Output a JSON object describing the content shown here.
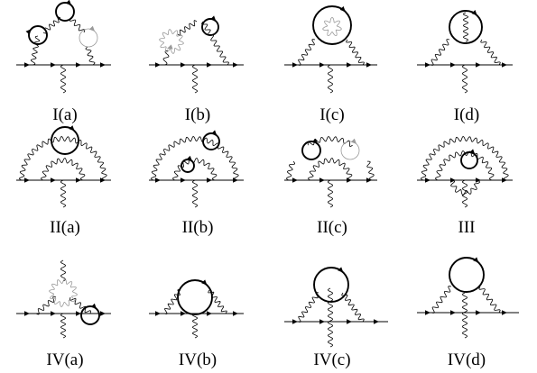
{
  "figure": {
    "panels": [
      {
        "label": "I(a)",
        "description_key": "Ia"
      },
      {
        "label": "I(b)",
        "description_key": "Ib"
      },
      {
        "label": "I(c)",
        "description_key": "Ic"
      },
      {
        "label": "I(d)",
        "description_key": "Id"
      },
      {
        "label": "II(a)",
        "description_key": "IIa"
      },
      {
        "label": "II(b)",
        "description_key": "IIb"
      },
      {
        "label": "II(c)",
        "description_key": "IIc"
      },
      {
        "label": "III",
        "description_key": "III"
      },
      {
        "label": "IV(a)",
        "description_key": "IVa"
      },
      {
        "label": "IV(b)",
        "description_key": "IVb"
      },
      {
        "label": "IV(c)",
        "description_key": "IVc"
      },
      {
        "label": "IV(d)",
        "description_key": "IVd"
      }
    ],
    "colors": {
      "ink": "#000000",
      "faint": "#9a9a9a"
    }
  }
}
